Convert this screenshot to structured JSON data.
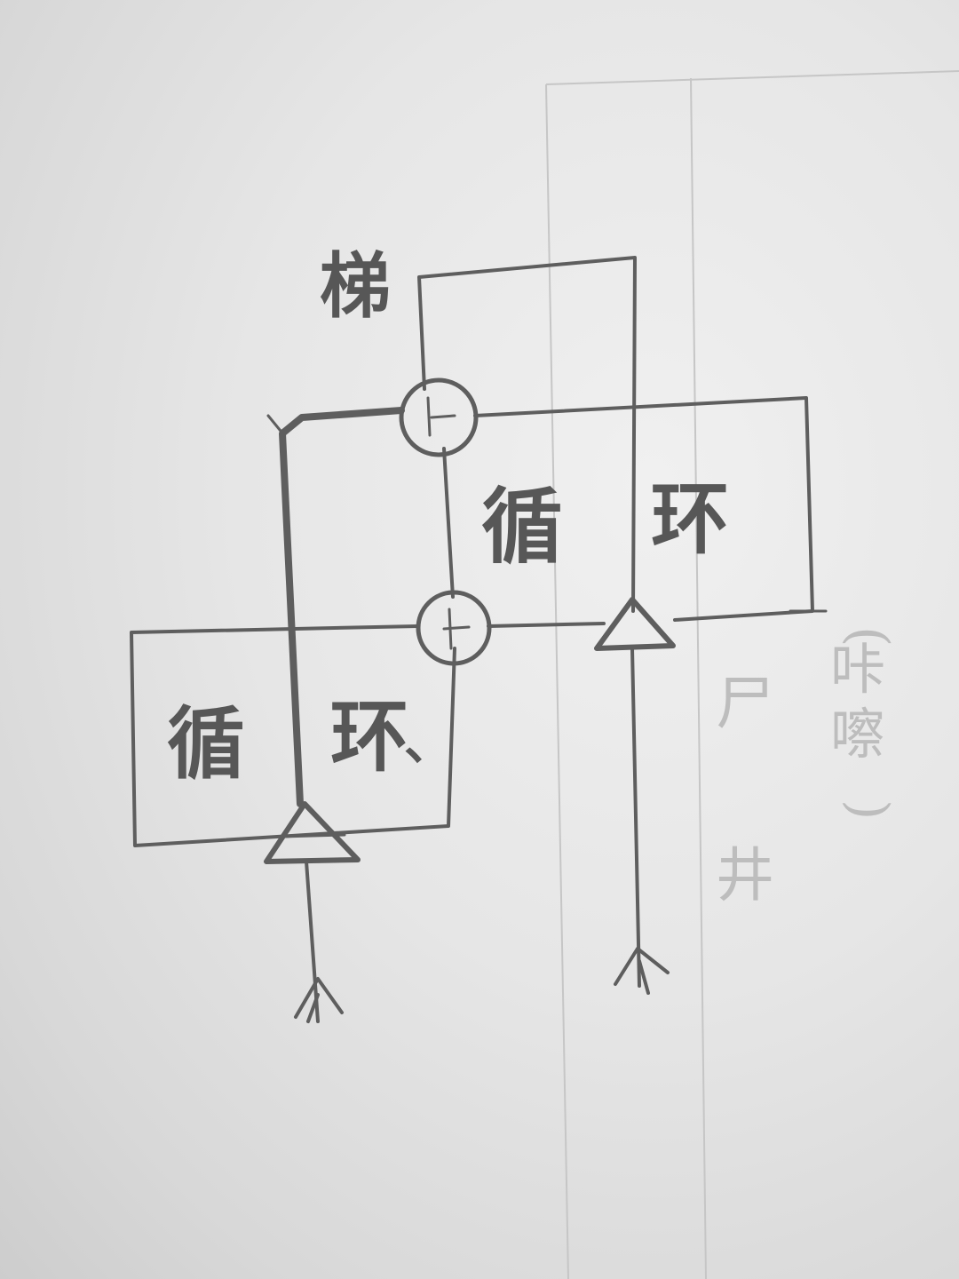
{
  "sketch": {
    "top_label": "梯",
    "upper_box": {
      "char_1": "循",
      "char_2": "环"
    },
    "lower_box": {
      "char_1": "循",
      "char_2": "环"
    },
    "lower_box_mark": "、",
    "margin_note": {
      "open_paren": "(",
      "chars": [
        "咔",
        "嚓"
      ],
      "close_paren": ")"
    },
    "margin_chars": [
      "尸",
      "井"
    ]
  },
  "colors": {
    "paper": "#e4e4e4",
    "pencil": "#5e5e5e",
    "guide_lines": "#c6c6c6"
  }
}
